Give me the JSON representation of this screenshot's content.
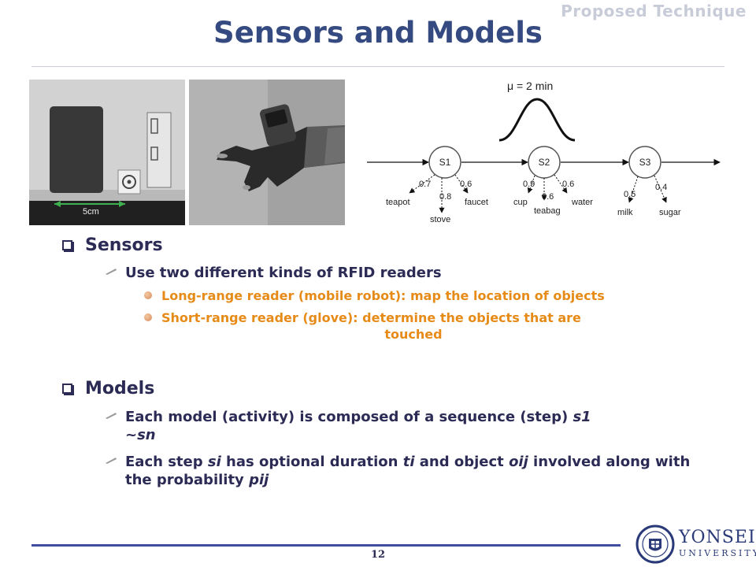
{
  "section_label": "Proposed Technique",
  "title": "Sensors and Models",
  "photos": {
    "scale_label": "5cm"
  },
  "diagram": {
    "duration_label": "μ = 2 min",
    "states": [
      "S1",
      "S2",
      "S3"
    ],
    "branches": [
      {
        "prob": "0.7",
        "object": "teapot"
      },
      {
        "prob": "0.8",
        "object": "stove"
      },
      {
        "prob": "0.6",
        "object": "faucet"
      },
      {
        "prob": "0.9",
        "object": "cup"
      },
      {
        "prob": "0.6",
        "object": "teabag"
      },
      {
        "prob": "0.6",
        "object": "water"
      },
      {
        "prob": "0.5",
        "object": "milk"
      },
      {
        "prob": "0.4",
        "object": "sugar"
      }
    ]
  },
  "sensors": {
    "heading": "Sensors",
    "point": "Use two different kinds of RFID readers",
    "subpoints": [
      "Long-range reader (mobile robot): map the location of objects",
      "Short-range reader (glove): determine the objects that are",
      "touched"
    ]
  },
  "models": {
    "heading": "Models",
    "points": [
      [
        {
          "text": "Each model (activity) is composed of a sequence (step) ",
          "italic": false
        },
        {
          "text": "s1",
          "italic": true
        },
        {
          "text": " ",
          "italic": false
        },
        {
          "text": "~sn",
          "italic": true
        }
      ],
      [
        {
          "text": "Each step ",
          "italic": false
        },
        {
          "text": "si",
          "italic": true
        },
        {
          "text": " has optional duration ",
          "italic": false
        },
        {
          "text": "ti",
          "italic": true
        },
        {
          "text": " and object ",
          "italic": false
        },
        {
          "text": "oij",
          "italic": true
        },
        {
          "text": " involved along with the probability ",
          "italic": false
        },
        {
          "text": "pij",
          "italic": true
        }
      ]
    ]
  },
  "footer": {
    "page_number": "12",
    "logo_word": "YONSEI",
    "logo_subword": "UNIVERSITY",
    "seal_text": "YONSEI UNIVERSITY 1885"
  },
  "colors": {
    "title": "#354a80",
    "body": "#2b2b55",
    "subpoint": "#e68a18",
    "footer_rule": "#3f4e9e"
  }
}
